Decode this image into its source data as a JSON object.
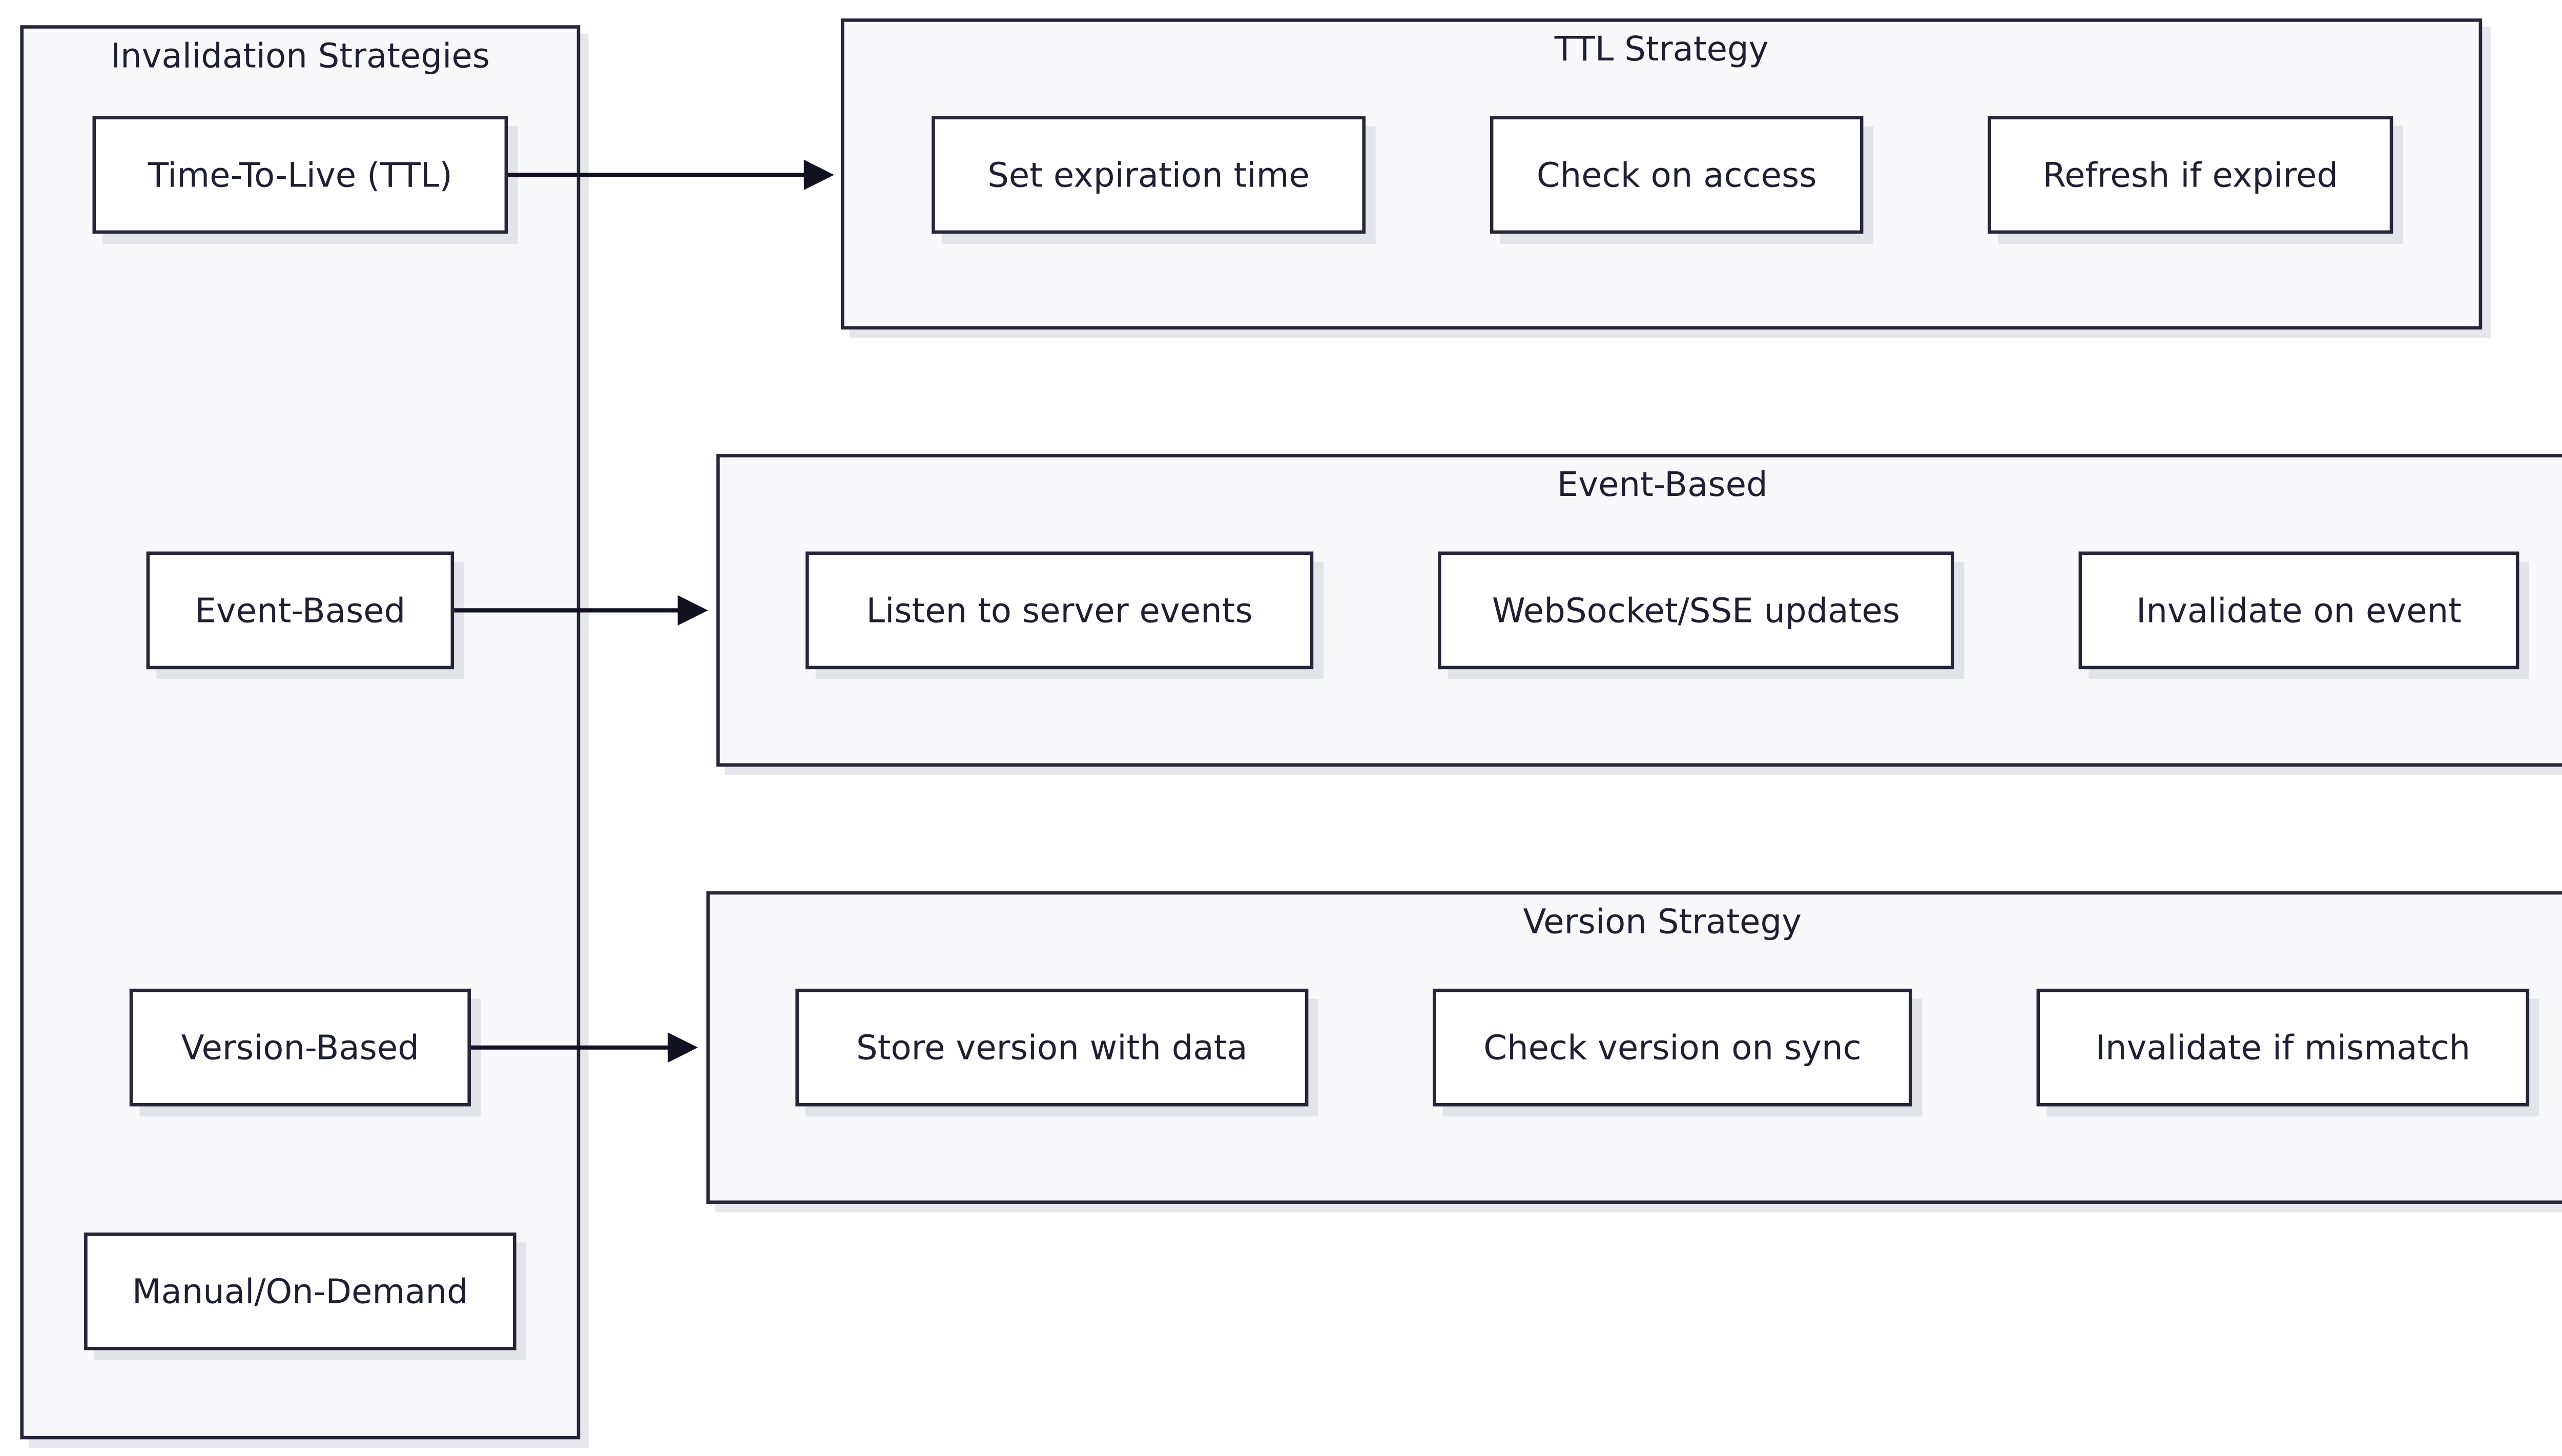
{
  "colors": {
    "stroke": "#262638",
    "group_fill": "#f8f8fb",
    "node_fill": "#ffffff",
    "text": "#1f1f33",
    "shadow": "#e3e3ea"
  },
  "strategies": {
    "title": "Invalidation Strategies",
    "items": [
      {
        "label": "Time-To-Live (TTL)"
      },
      {
        "label": "Event-Based"
      },
      {
        "label": "Version-Based"
      },
      {
        "label": "Manual/On-Demand"
      }
    ]
  },
  "groups": [
    {
      "title": "TTL Strategy",
      "steps": [
        {
          "label": "Set expiration time"
        },
        {
          "label": "Check on access"
        },
        {
          "label": "Refresh if expired"
        }
      ]
    },
    {
      "title": "Event-Based",
      "steps": [
        {
          "label": "Listen to server events"
        },
        {
          "label": "WebSocket/SSE updates"
        },
        {
          "label": "Invalidate on event"
        }
      ]
    },
    {
      "title": "Version Strategy",
      "steps": [
        {
          "label": "Store version with data"
        },
        {
          "label": "Check version on sync"
        },
        {
          "label": "Invalidate if mismatch"
        }
      ]
    }
  ],
  "edges": [
    {
      "from": "Time-To-Live (TTL)",
      "to": "TTL Strategy"
    },
    {
      "from": "Event-Based",
      "to": "Event-Based"
    },
    {
      "from": "Version-Based",
      "to": "Version Strategy"
    }
  ]
}
